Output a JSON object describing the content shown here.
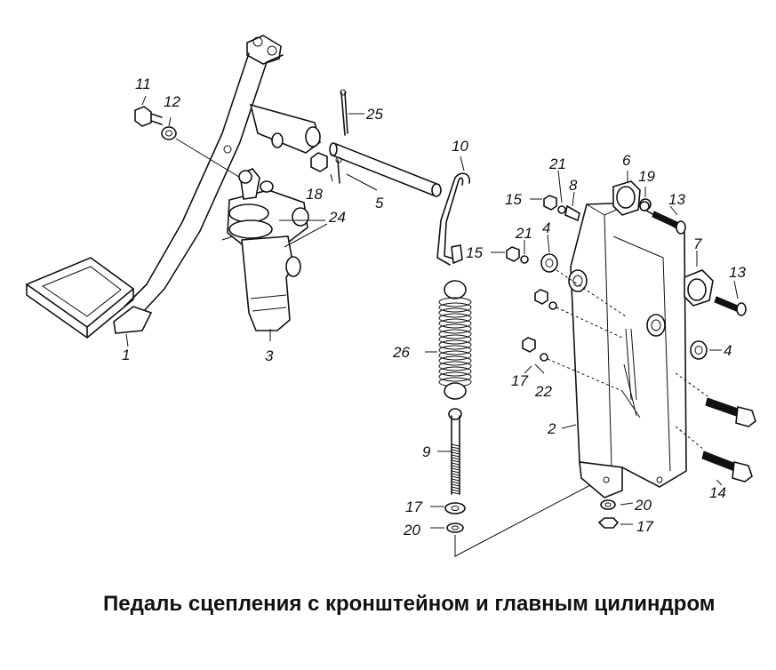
{
  "caption": "Педаль сцепления с кронштейном и главным цилиндром",
  "labels": {
    "l1": "1",
    "l2": "2",
    "l3": "3",
    "l4a": "4",
    "l4b": "4",
    "l5": "5",
    "l6": "6",
    "l7": "7",
    "l8": "8",
    "l9": "9",
    "l10": "10",
    "l11": "11",
    "l12": "12",
    "l13a": "13",
    "l13b": "13",
    "l14": "14",
    "l15a": "15",
    "l15b": "15",
    "l17a": "17",
    "l17b": "17",
    "l17c": "17",
    "l18": "18",
    "l19": "19",
    "l20a": "20",
    "l20b": "20",
    "l21a": "21",
    "l21b": "21",
    "l22": "22",
    "l24": "24",
    "l25": "25",
    "l26": "26"
  }
}
